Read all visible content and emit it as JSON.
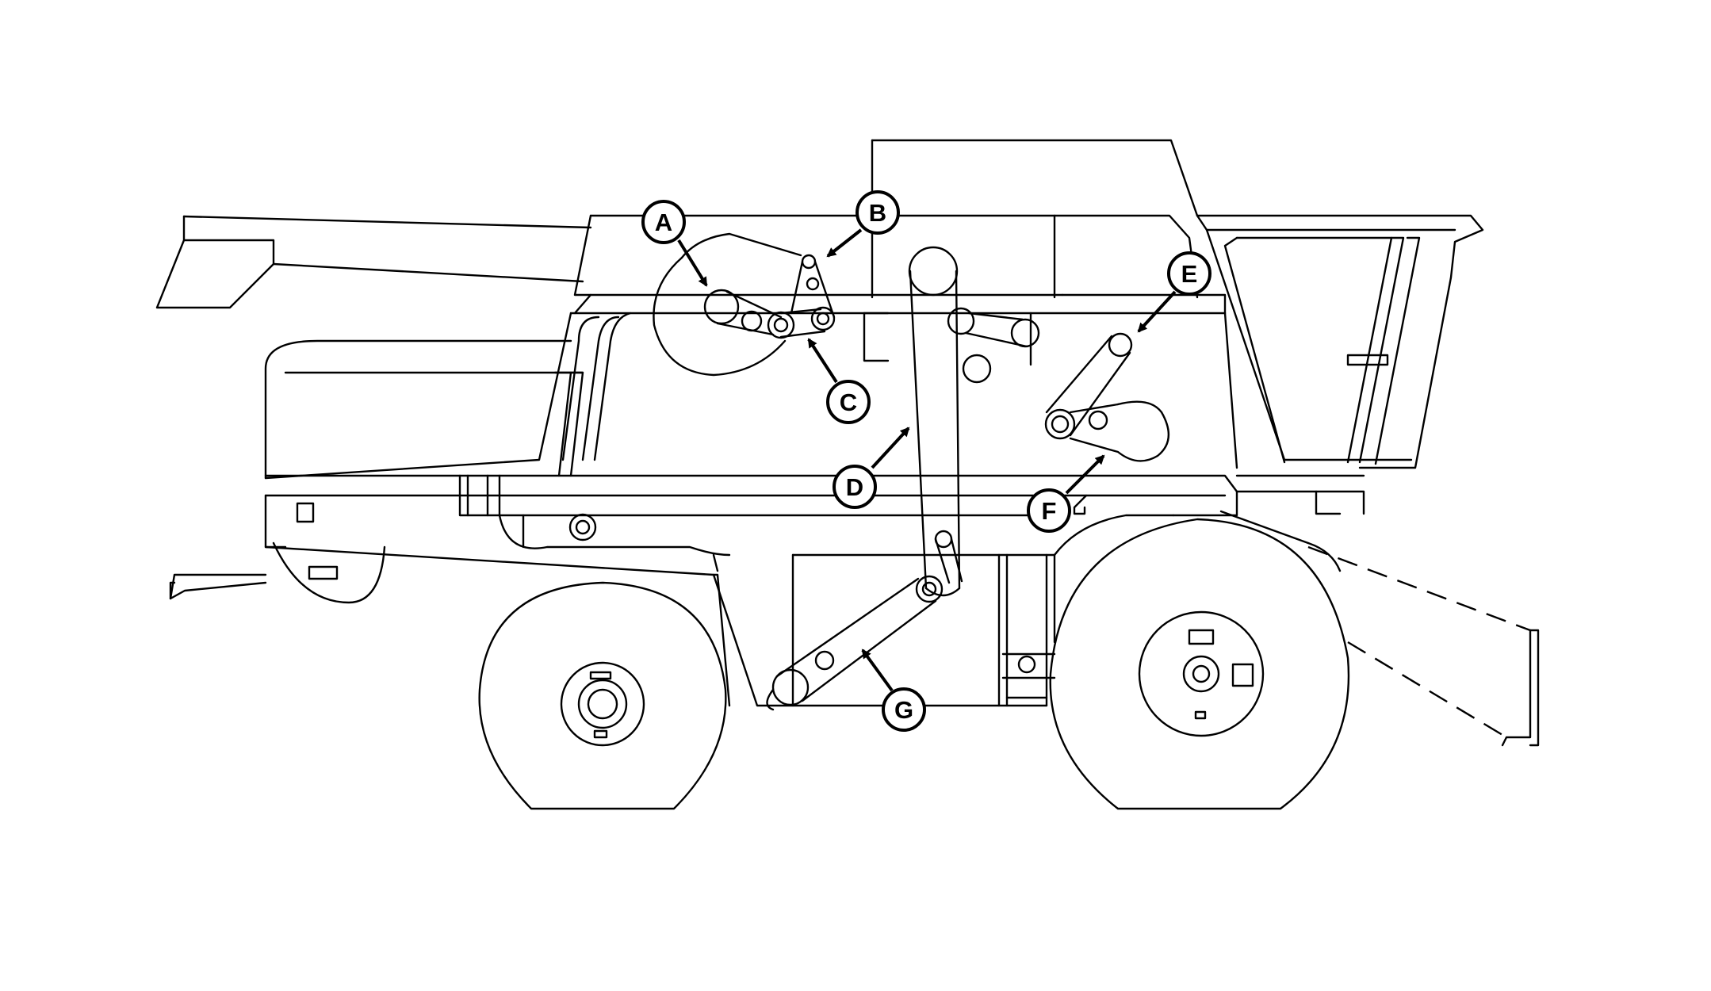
{
  "callouts": [
    {
      "id": "A",
      "label": "A"
    },
    {
      "id": "B",
      "label": "B"
    },
    {
      "id": "C",
      "label": "C"
    },
    {
      "id": "D",
      "label": "D"
    },
    {
      "id": "E",
      "label": "E"
    },
    {
      "id": "F",
      "label": "F"
    },
    {
      "id": "G",
      "label": "G"
    }
  ]
}
